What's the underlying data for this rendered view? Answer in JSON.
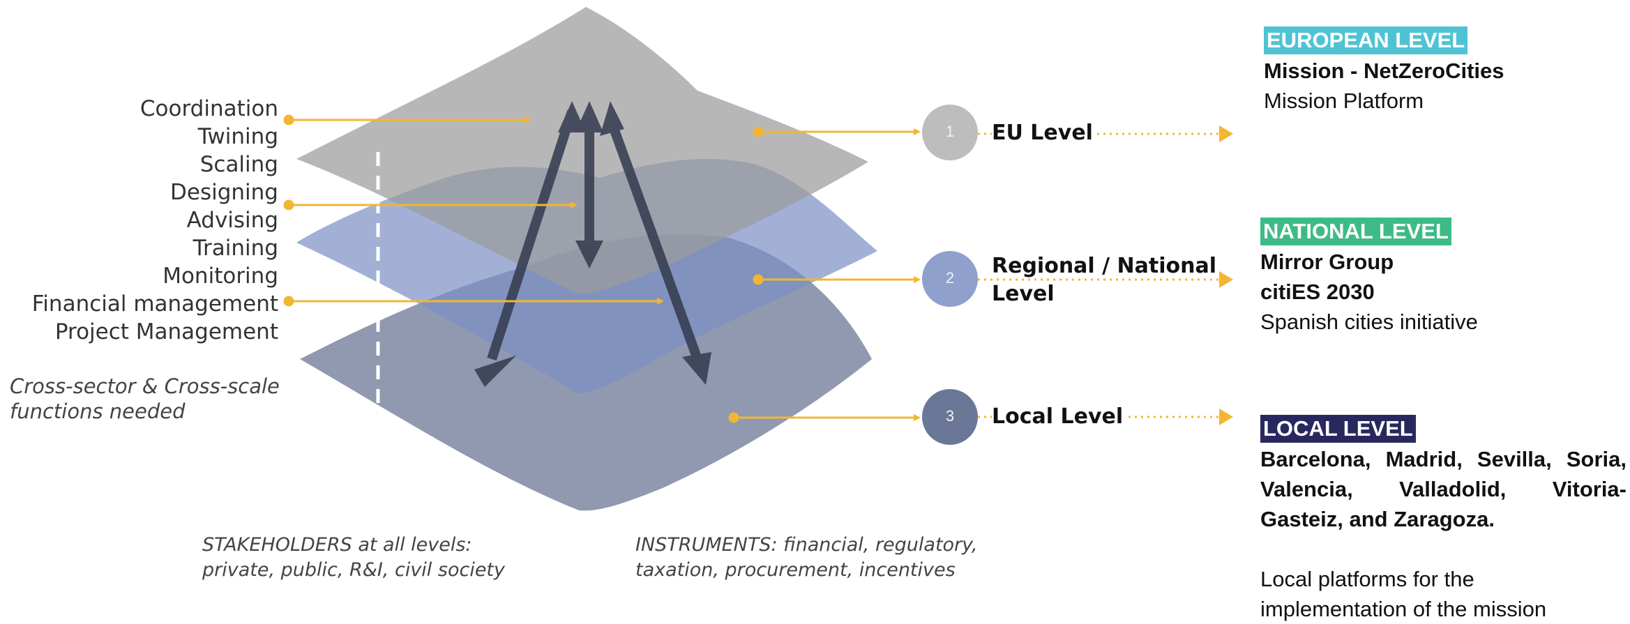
{
  "functions": [
    "Coordination",
    "Twining",
    "Scaling",
    "Designing",
    "Advising",
    "Training",
    "Monitoring",
    "Financial management",
    "Project Management"
  ],
  "cross_note": {
    "line1": "Cross-sector & Cross-scale",
    "line2": "functions needed"
  },
  "captions": {
    "stakeholders": {
      "line1": "STAKEHOLDERS at all levels:",
      "line2": "private, public, R&I, civil society"
    },
    "instruments": {
      "line1": "INSTRUMENTS: financial, regulatory,",
      "line2": "taxation, procurement, incentives"
    }
  },
  "levels": [
    {
      "number": "1",
      "label": "EU Level"
    },
    {
      "number": "2",
      "label_line1": "Regional / National",
      "label_line2": "Level"
    },
    {
      "number": "3",
      "label": "Local Level"
    }
  ],
  "panels": {
    "european": {
      "tag": "EUROPEAN LEVEL",
      "tag_color": "#4fc3d3",
      "line1": "Mission - NetZeroCities",
      "line2": "Mission Platform"
    },
    "national": {
      "tag": "NATIONAL LEVEL",
      "tag_color": "#3dbb86",
      "line1": "Mirror Group",
      "line2": "citiES 2030",
      "line3": "Spanish cities initiative"
    },
    "local": {
      "tag": "LOCAL LEVEL",
      "tag_color": "#29285e",
      "names_line1": "Barcelona, Madrid, Sevilla, Soria,",
      "names_line2": "Valencia, Valladolid, Vitoria-",
      "names_line3": "Gasteiz, and Zaragoza.",
      "desc_line1": "Local platforms for the",
      "desc_line2": "implementation of the mission"
    }
  },
  "colors": {
    "arrow_yellow": "#f2b632",
    "eu_layer": "#a9a9a9",
    "national_layer": "#8fa0cc",
    "local_layer": "#6b7796"
  }
}
